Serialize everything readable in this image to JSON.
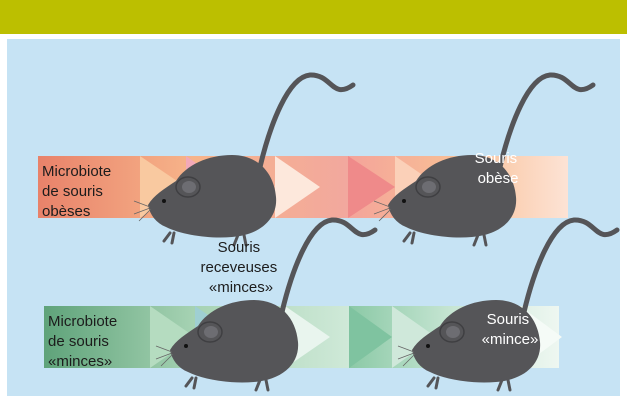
{
  "colors": {
    "header_bar": "#bcbf00",
    "panel_background": "#c6e3f4",
    "mouse_body": "#555558",
    "label_dark": "#1c1c1c",
    "label_light": "#ffffff"
  },
  "top_row": {
    "microbiota_label": [
      "Microbiote",
      "de souris",
      "obèses"
    ],
    "result_label": [
      "Souris",
      "obèse"
    ]
  },
  "middle": {
    "recipient_label": [
      "Souris",
      "receveuses",
      "«minces»"
    ]
  },
  "bottom_row": {
    "microbiota_label": [
      "Microbiote",
      "de souris",
      "«minces»"
    ],
    "result_label": [
      "Souris",
      "«mince»"
    ]
  }
}
